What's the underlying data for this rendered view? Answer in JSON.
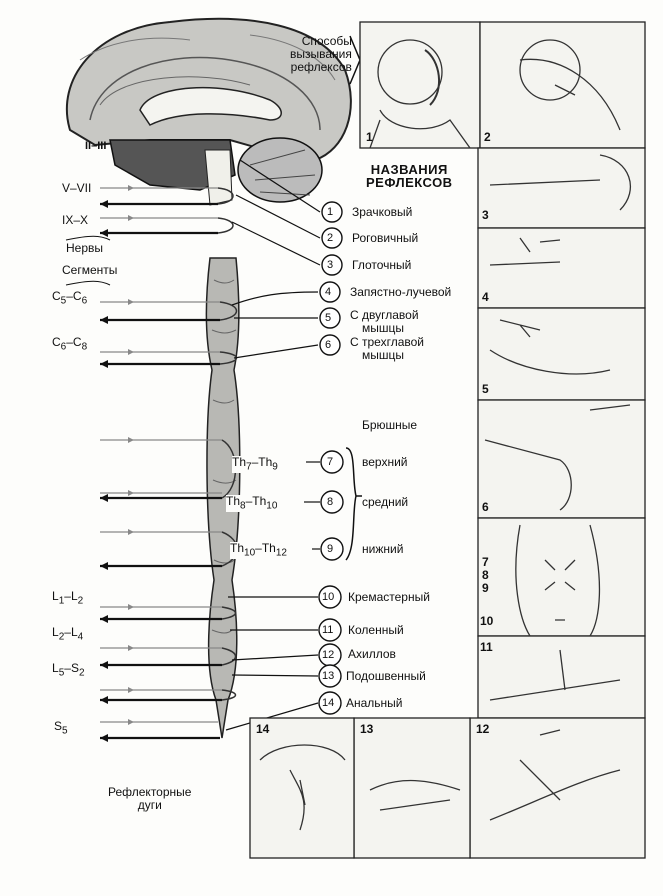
{
  "header": {
    "methods_label_lines": [
      "Способы",
      "вызывания",
      "рефлексов"
    ],
    "names_heading_lines": [
      "НАЗВАНИЯ",
      "РЕФЛЕКСОВ"
    ]
  },
  "nerves": {
    "cranial_ii_iii": "II–III",
    "cranial_v_vii": "V–VII",
    "cranial_ix_x": "IX–X",
    "nerves_label": "Нервы",
    "segments_label": "Сегменты"
  },
  "segments": [
    {
      "main": "C",
      "sub1": "5",
      "dash": "–",
      "main2": "C",
      "sub2": "6"
    },
    {
      "main": "C",
      "sub1": "6",
      "dash": "–",
      "main2": "C",
      "sub2": "8"
    },
    {
      "main": "Th",
      "sub1": "7",
      "dash": "–",
      "main2": "Th",
      "sub2": "9"
    },
    {
      "main": "Th",
      "sub1": "8",
      "dash": "–",
      "main2": "Th",
      "sub2": "10"
    },
    {
      "main": "Th",
      "sub1": "10",
      "dash": "–",
      "main2": "Th",
      "sub2": "12"
    },
    {
      "main": "L",
      "sub1": "1",
      "dash": "–",
      "main2": "L",
      "sub2": "2"
    },
    {
      "main": "L",
      "sub1": "2",
      "dash": "–",
      "main2": "L",
      "sub2": "4"
    },
    {
      "main": "L",
      "sub1": "5",
      "dash": "–",
      "main2": "S",
      "sub2": "2"
    },
    {
      "main": "S",
      "sub1": "5",
      "dash": "",
      "main2": "",
      "sub2": ""
    }
  ],
  "reflexes": [
    {
      "num": "1",
      "name": "Зрачковый"
    },
    {
      "num": "2",
      "name": "Роговичный"
    },
    {
      "num": "3",
      "name": "Глоточный"
    },
    {
      "num": "4",
      "name": "Запястно-лучевой"
    },
    {
      "num": "5",
      "name": "С двуглавой",
      "name2": "мышцы"
    },
    {
      "num": "6",
      "name": "С трехглавой",
      "name2": "мышцы"
    },
    {
      "num": "7",
      "name": "верхний"
    },
    {
      "num": "8",
      "name": "средний"
    },
    {
      "num": "9",
      "name": "нижний"
    },
    {
      "num": "10",
      "name": "Кремастерный"
    },
    {
      "num": "11",
      "name": "Коленный"
    },
    {
      "num": "12",
      "name": "Ахиллов"
    },
    {
      "num": "13",
      "name": "Подошвенный"
    },
    {
      "num": "14",
      "name": "Анальный"
    }
  ],
  "abdominal_label": "Брюшные",
  "reflex_arcs_lines": [
    "Рефлекторные",
    "дуги"
  ],
  "panels": {
    "p1": "1",
    "p2": "2",
    "p3": "3",
    "p4": "4",
    "p5": "5",
    "p6": "6",
    "p7_lines": [
      "7",
      "8",
      "9"
    ],
    "p10": "10",
    "p11": "11",
    "p12": "12",
    "p13": "13",
    "p14": "14"
  }
}
